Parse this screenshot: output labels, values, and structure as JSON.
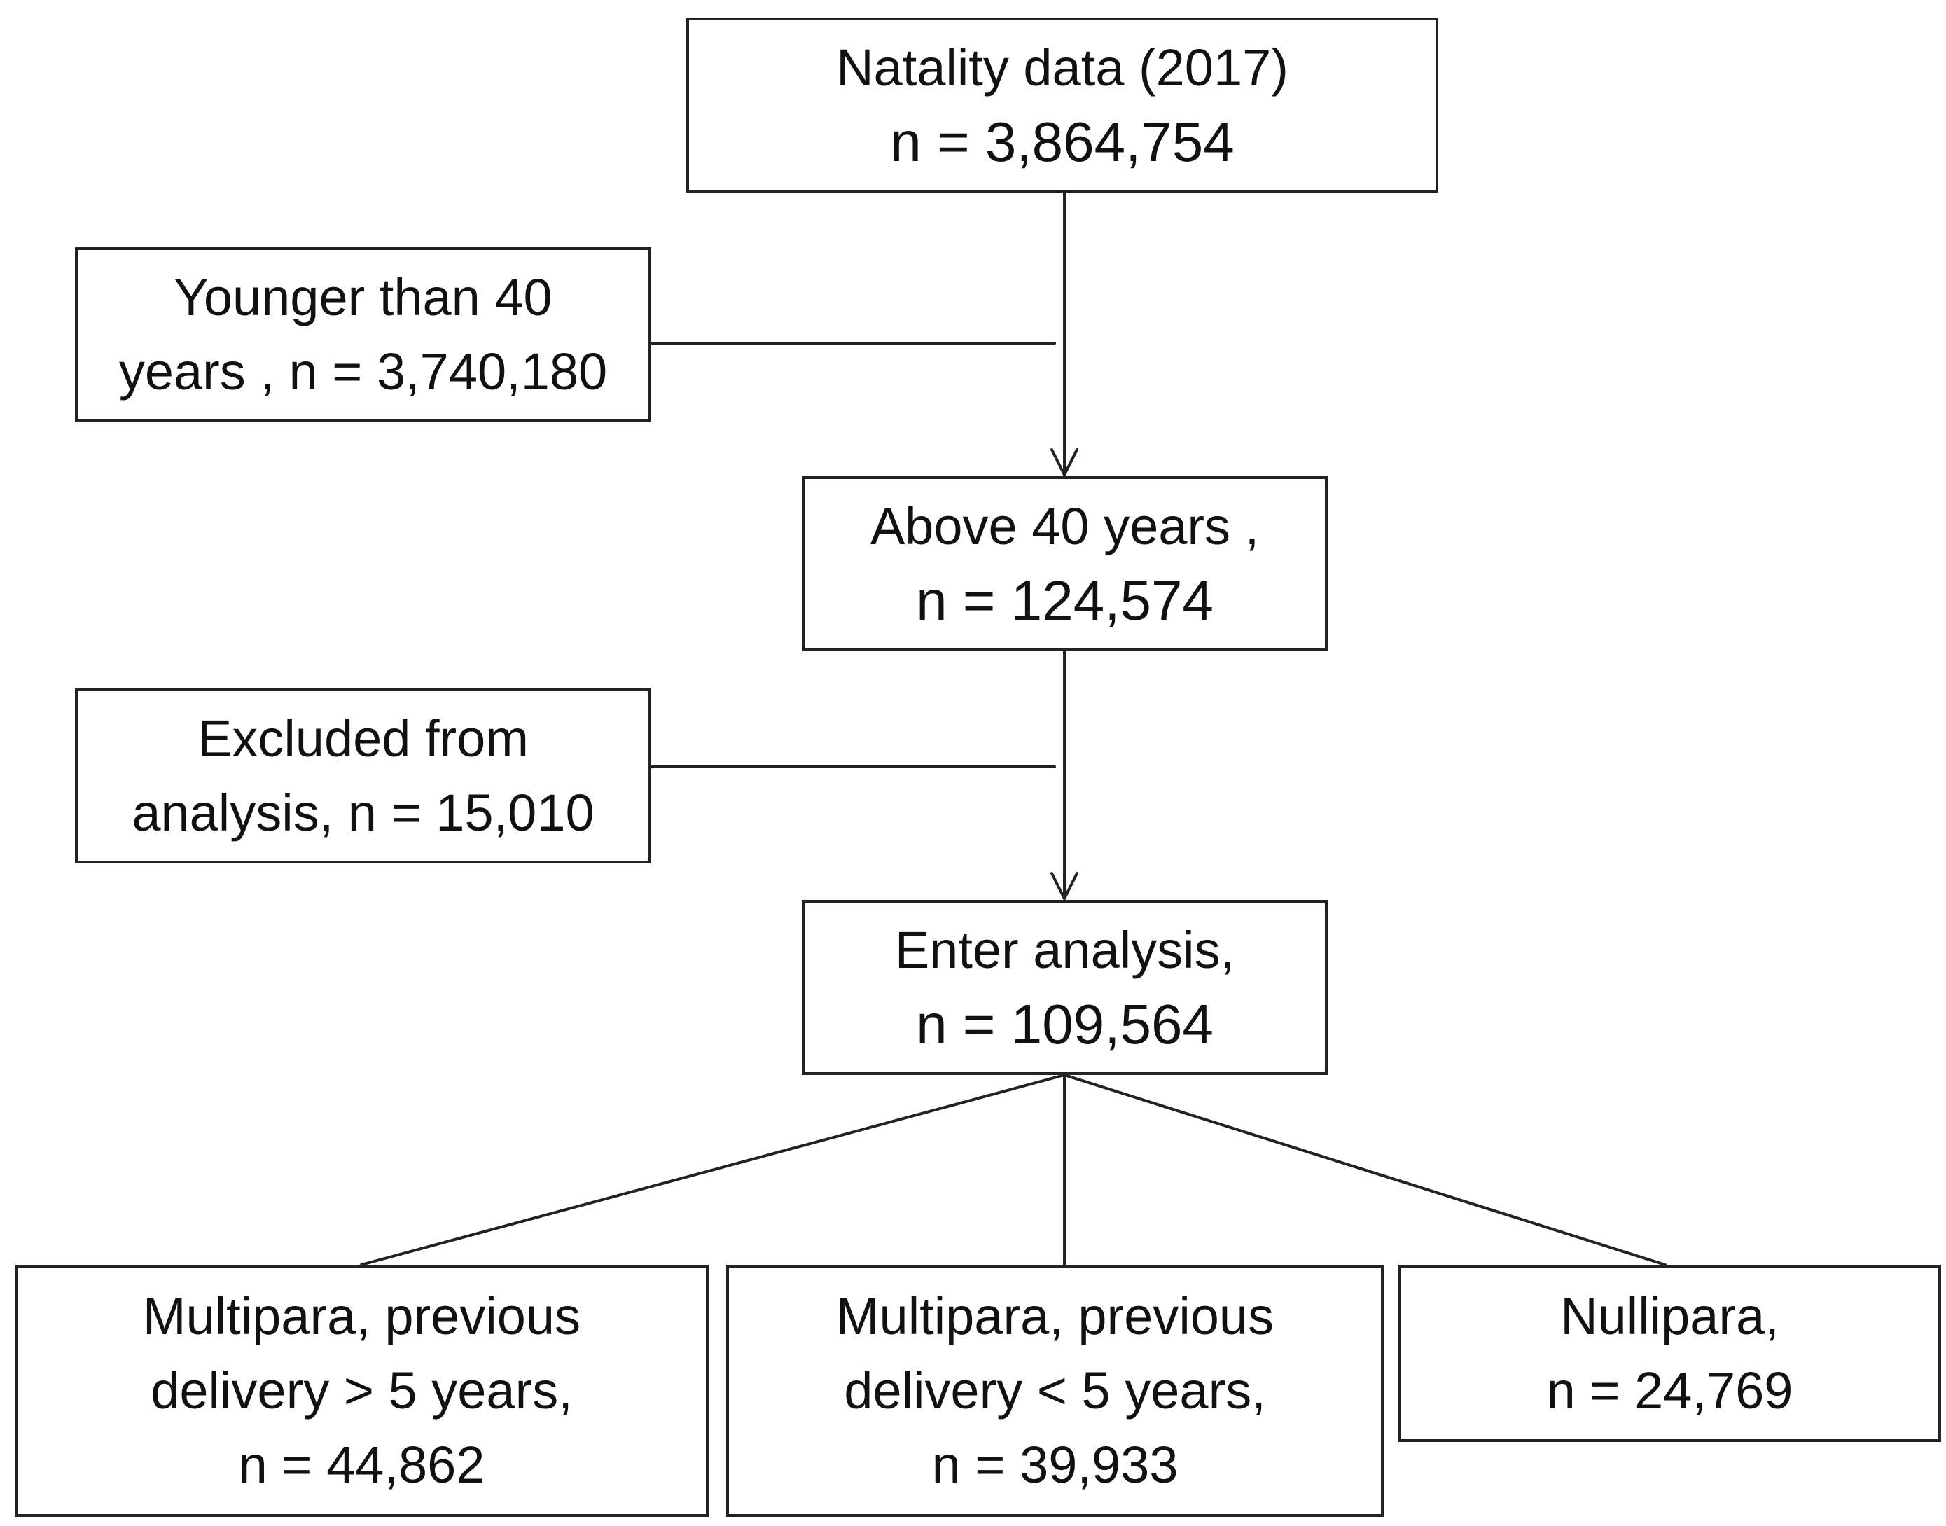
{
  "boxes": {
    "natality": {
      "label": "Natality data (2017)",
      "count": "n = 3,864,754"
    },
    "younger": {
      "label": "Younger than 40",
      "count": "years , n = 3,740,180"
    },
    "above40": {
      "label": "Above 40 years ,",
      "count": "n = 124,574"
    },
    "excluded": {
      "label": "Excluded from",
      "count": "analysis, n = 15,010"
    },
    "enter": {
      "label": "Enter analysis,",
      "count": "n = 109,564"
    },
    "multipara_gt5": {
      "label1": "Multipara, previous",
      "label2": "delivery > 5 years,",
      "count": "n = 44,862"
    },
    "multipara_lt5": {
      "label1": "Multipara, previous",
      "label2": "delivery < 5 years,",
      "count": "n = 39,933"
    },
    "nullipara": {
      "label": "Nullipara,",
      "count": "n = 24,769"
    }
  },
  "colors": {
    "border": "#222222",
    "line": "#222222",
    "text": "#111111",
    "background": "#ffffff"
  }
}
